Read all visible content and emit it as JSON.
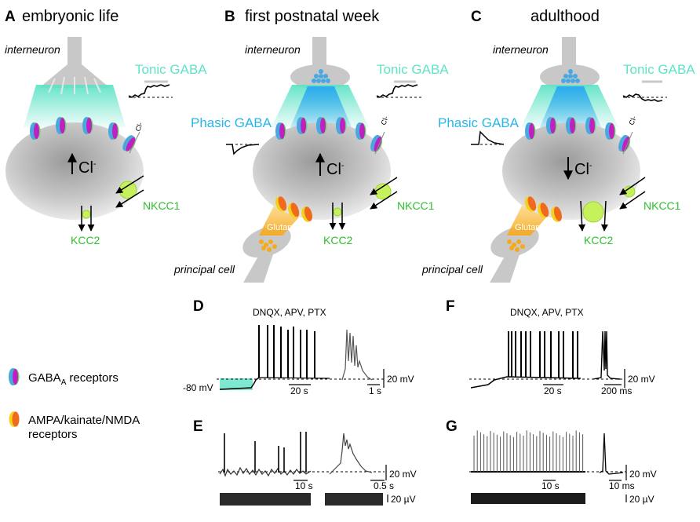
{
  "panels": {
    "A": {
      "letter": "A",
      "title": "embryonic life",
      "interneuron": "interneuron",
      "tonic": "Tonic GABA",
      "cl": "Cl",
      "cl_sup": "-",
      "nkcc1": "NKCC1",
      "kcc2": "KCC2",
      "cl_small": "Cl-"
    },
    "B": {
      "letter": "B",
      "title": "first postnatal week",
      "interneuron": "interneuron",
      "tonic": "Tonic GABA",
      "phasic": "Phasic GABA",
      "cl": "Cl",
      "cl_sup": "-",
      "nkcc1": "NKCC1",
      "kcc2": "KCC2",
      "glutamate": "Glutamate",
      "principal": "principal cell",
      "cl_small": "Cl-"
    },
    "C": {
      "letter": "C",
      "title": "adulthood",
      "interneuron": "interneuron",
      "tonic": "Tonic GABA",
      "phasic": "Phasic GABA",
      "cl": "Cl",
      "cl_sup": "-",
      "nkcc1": "NKCC1",
      "kcc2": "KCC2",
      "glutamate": "Glutamate",
      "principal": "principal cell",
      "cl_small": "Cl-"
    },
    "D": {
      "letter": "D",
      "drugs": "DNQX, APV, PTX",
      "vm": "-80 mV",
      "scale_v": "20 mV",
      "scale_t1": "20 s",
      "scale_t2": "1 s"
    },
    "E": {
      "letter": "E",
      "scale_v": "20 mV",
      "scale_t1": "10 s",
      "scale_t2": "0.5 s",
      "scale_uv": "20 µV"
    },
    "F": {
      "letter": "F",
      "drugs": "DNQX, APV, PTX",
      "scale_v": "20 mV",
      "scale_t1": "20 s",
      "scale_t2": "200 ms"
    },
    "G": {
      "letter": "G",
      "scale_v": "20 mV",
      "scale_t1": "10 s",
      "scale_t2": "10 ms",
      "scale_uv": "20 µV"
    }
  },
  "legend": {
    "gaba_main": "GABA",
    "gaba_sub": "A",
    "gaba_rest": "receptors",
    "ampa_line1": "AMPA/kainate/NMDA",
    "ampa_line2": "receptors"
  },
  "colors": {
    "tonic": "#5fe3c6",
    "phasic": "#29b6e6",
    "nkcc_kcc": "#2fbf2f",
    "glutamate": "#f7b43c",
    "gaba_receptor_magenta": "#c020c0",
    "gaba_receptor_blue": "#4aa8e0",
    "gaba_receptor_green": "#6cd06c",
    "ampa_orange": "#f06a1e",
    "ampa_yellow": "#f4d21a"
  }
}
